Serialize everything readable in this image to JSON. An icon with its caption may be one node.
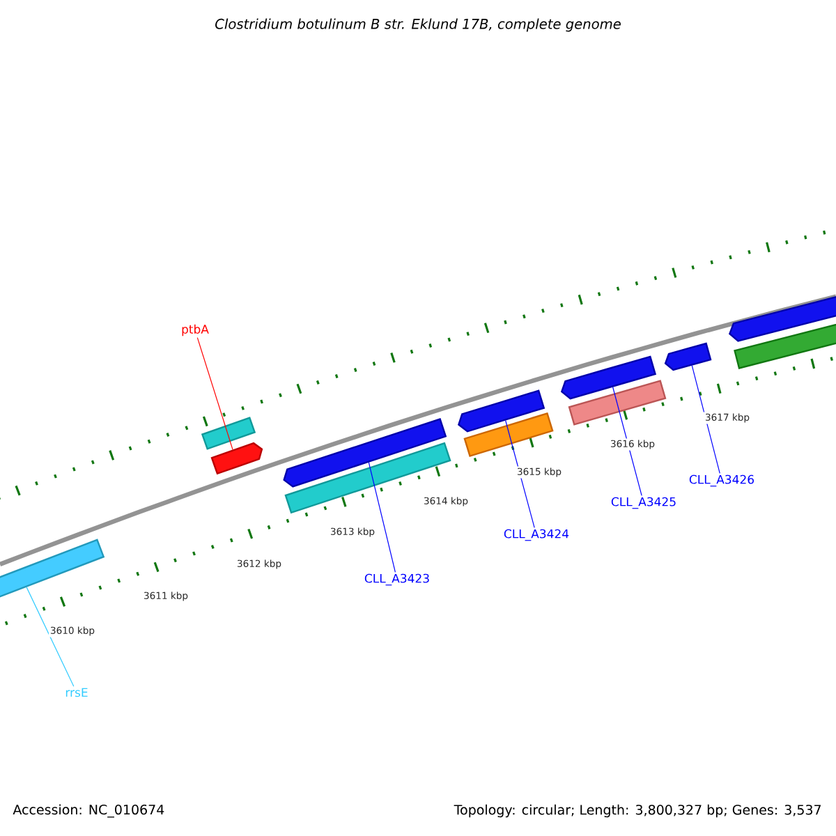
{
  "diagram": {
    "title": "*Clostridium botulinum* B str. Eklund 17B, complete genome",
    "nodes": [
      {
        "text": [
          "ptbA"
        ]
      },
      {
        "text": [
          "rrsE"
        ]
      },
      {
        "text": [
          "CLL_A3423"
        ]
      },
      {
        "text": [
          "CLL_A3424"
        ]
      },
      {
        "text": [
          "CLL_A3425"
        ]
      },
      {
        "text": [
          "CLL_A3426"
        ]
      },
      {
        "text": [],
        "shape": "bar"
      },
      {
        "text": [],
        "shape": "bar"
      },
      {
        "text": [],
        "shape": "arrow"
      },
      {
        "text": [],
        "shape": "arrow"
      },
      {
        "text": [],
        "shape": "bar"
      },
      {
        "text": [],
        "shape": "arrow"
      },
      {
        "text": [],
        "shape": "bar"
      },
      {
        "text": [],
        "shape": "arrow"
      },
      {
        "text": [],
        "shape": "bar"
      },
      {
        "text": [],
        "shape": "arrow"
      },
      {
        "text": [],
        "shape": "arrow"
      },
      {
        "text": [],
        "shape": "bar"
      }
    ],
    "edges": [
      {
        "from": 0,
        "to": 8,
        "arrow": "none",
        "color": "#ff0000"
      },
      {
        "from": 1,
        "to": 6,
        "arrow": "none",
        "color": "#33ccff"
      },
      {
        "from": 2,
        "to": 9,
        "arrow": "none"
      },
      {
        "from": 3,
        "to": 11,
        "arrow": "none"
      },
      {
        "from": 4,
        "to": 13,
        "arrow": "none"
      },
      {
        "from": 5,
        "to": 15,
        "arrow": "none"
      }
    ],
    "labels": [
      "3610 kbp",
      "3611 kbp",
      "3612 kbp",
      "3613 kbp",
      "3614 kbp",
      "3615 kbp",
      "3616 kbp",
      "3617 kbp",
      "Accession: NC_010674",
      "Topology: circular; Length: 3,800,327 bp; Genes: 3,537"
    ]
  }
}
